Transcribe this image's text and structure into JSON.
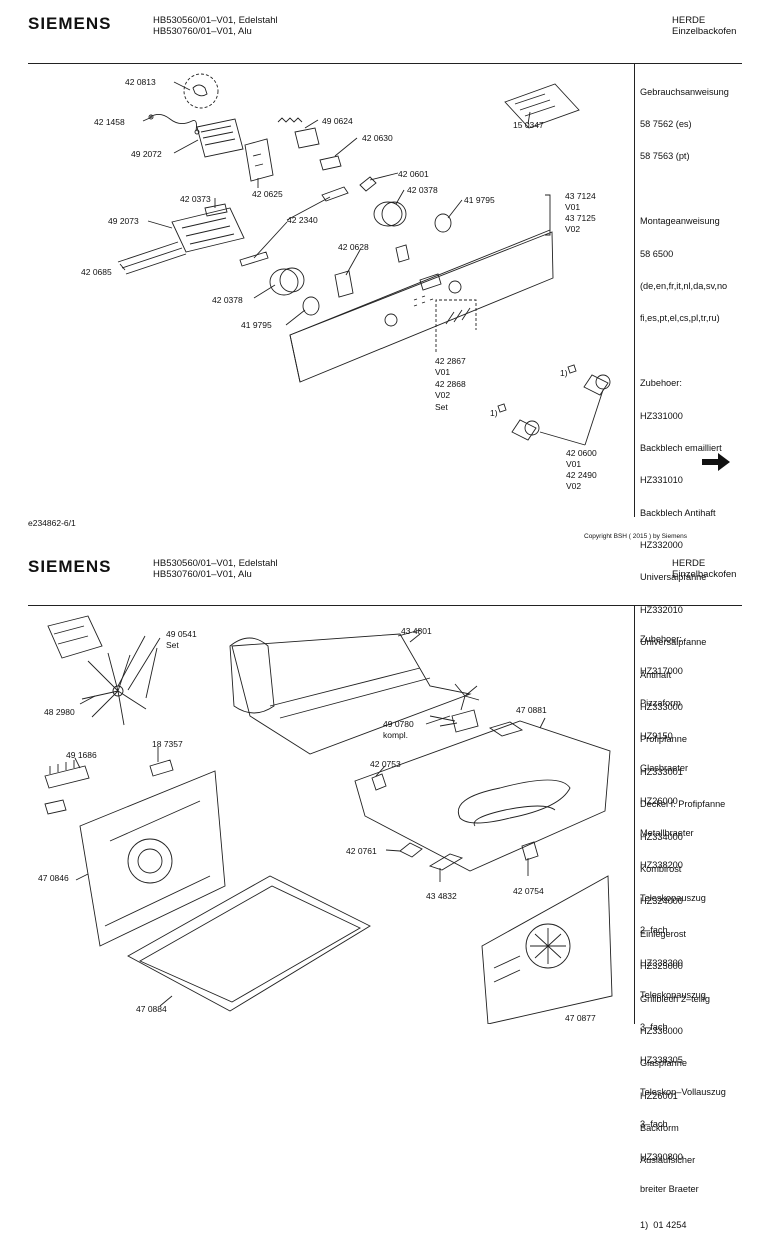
{
  "sheet1": {
    "logo": "SIEMENS",
    "model_lines": [
      "HB530560/01–V01, Edelstahl",
      "HB530760/01–V01, Alu"
    ],
    "category_lines": [
      "HERDE",
      "Einzelbackofen"
    ],
    "sidebar_lines": [
      "Gebrauchsanweisung",
      "58 7562 (es)",
      "58 7563 (pt)",
      "",
      "Montageanweisung",
      "58 6500",
      "(de,en,fr,it,nl,da,sv,no",
      "fi,es,pt,el,cs,pl,tr,ru)",
      "",
      "Zubehoer:",
      "HZ331000",
      "Backblech emailliert",
      "HZ331010",
      "Backblech Antihaft",
      "HZ332000",
      "Universalpfanne",
      "HZ332010",
      "Universalpfanne",
      "Antihaft",
      "HZ333000",
      "Profipfanne",
      "HZ333001",
      "Deckel f. Profipfanne",
      "HZ334000",
      "Kombirost",
      "HZ324000",
      "Einlegerost",
      "HZ325000",
      "Grillblech 2–teilig",
      "HZ336000",
      "Glaspfanne",
      "HZ26001",
      "Backform",
      "Auslaufsicher",
      "",
      "1)  01 4254"
    ],
    "part_labels": {
      "p420813": "42 0813",
      "p421458": "42 1458",
      "p492072": "49 2072",
      "p490624": "49 0624",
      "p420630": "42 0630",
      "p150347": "15 0347",
      "p420625": "42 0625",
      "p420601": "42 0601",
      "p420373": "42 0373",
      "p420378a": "42 0378",
      "p492073": "49 2073",
      "p422340": "42 2340",
      "p419795a": "41 9795",
      "p437124": "43 7124",
      "v01a": "V01",
      "p437125": "43 7125",
      "v02a": "V02",
      "p420685": "42 0685",
      "p420628": "42 0628",
      "p420378b": "42 0378",
      "p419795b": "41 9795",
      "p422867": "42 2867",
      "v01b": "V01",
      "p422868": "42 2868",
      "v02b": "V02",
      "set": "Set",
      "fn1a": "1)",
      "fn1b": "1)",
      "p420600": "42 0600",
      "v01c": "V01",
      "p422490": "42 2490",
      "v02c": "V02"
    },
    "doc_id": "e234862-6/1",
    "copyright": "Copyright BSH ( 2015 ) by Siemens"
  },
  "sheet2": {
    "logo": "SIEMENS",
    "model_lines": [
      "HB530560/01–V01, Edelstahl",
      "HB530760/01–V01, Alu"
    ],
    "category_lines": [
      "HERDE",
      "Einzelbackofen"
    ],
    "sidebar_lines": [
      "Zubehoer:",
      "HZ317000",
      "Pizzaform",
      "HZ9150",
      "Glasbraeter",
      "HZ26000",
      "Metallbraeter",
      "HZ338200",
      "Teleskopauszug",
      "2–fach",
      "HZ338300",
      "Teleskopauszug",
      "3–fach",
      "HZ338305",
      "Teleskop–Vollauszug",
      "3–fach",
      "HZ390800",
      "breiter Braeter"
    ],
    "part_labels": {
      "p490541": "49 0541",
      "set": "Set",
      "p434801": "43 4801",
      "p482980": "48 2980",
      "p490780": "49 0780",
      "kompl": "kompl.",
      "p470881": "47 0881",
      "p491686": "49 1686",
      "p187357": "18 7357",
      "p420753": "42 0753",
      "p470846": "47 0846",
      "p420761": "42 0761",
      "p434832": "43 4832",
      "p420754": "42 0754",
      "p470884": "47 0884",
      "p470877": "47 0877"
    }
  },
  "icons": {
    "arrow": "right-arrow-icon"
  }
}
